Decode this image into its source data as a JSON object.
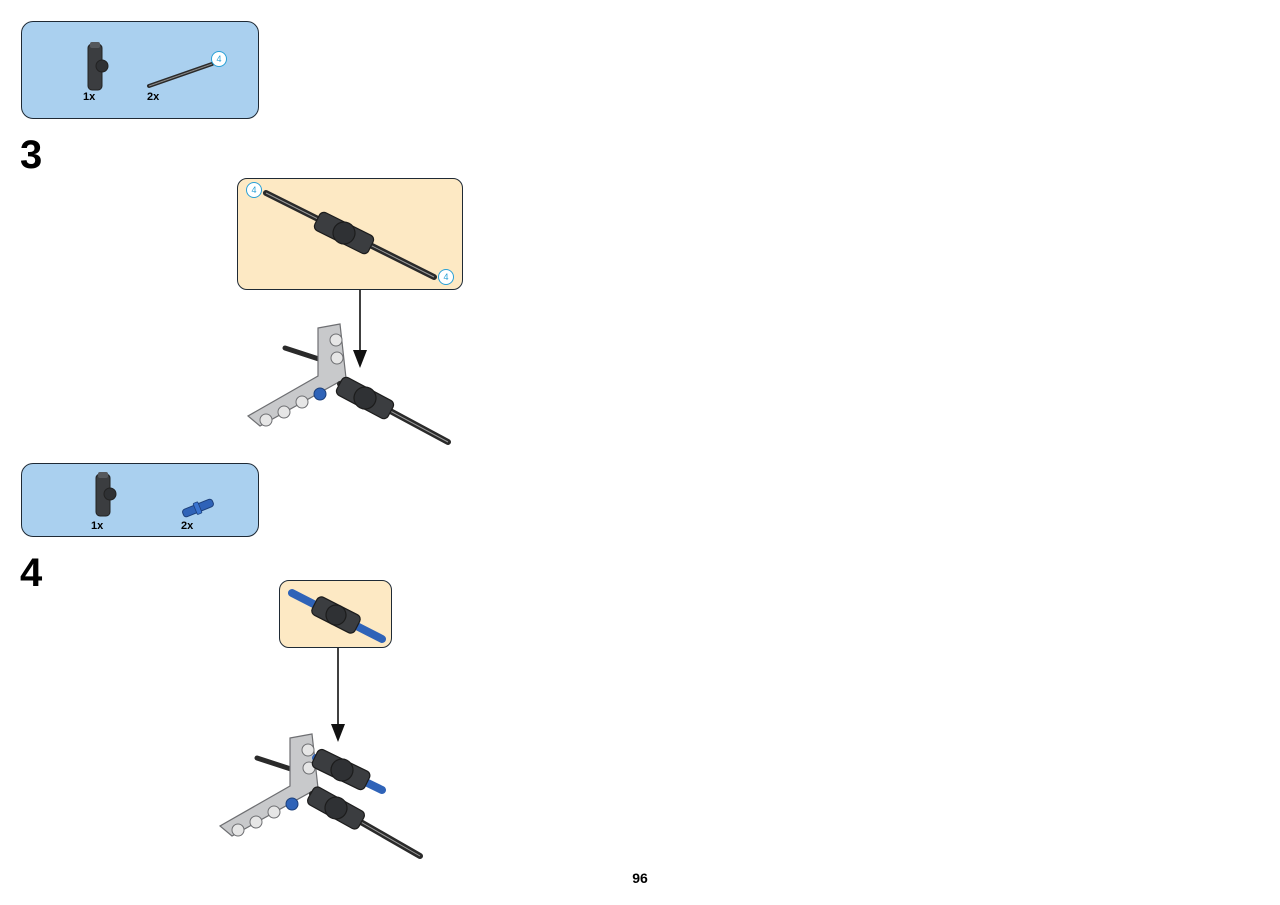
{
  "parts_lists": [
    {
      "items": [
        {
          "qty": "1x",
          "part_icon": "dark-gray-connector-icon",
          "callout": ""
        },
        {
          "qty": "2x",
          "part_icon": "axle-icon",
          "callout": "4"
        }
      ]
    },
    {
      "items": [
        {
          "qty": "1x",
          "part_icon": "dark-gray-connector-icon",
          "callout": ""
        },
        {
          "qty": "2x",
          "part_icon": "blue-pin-icon",
          "callout": ""
        }
      ]
    }
  ],
  "steps": [
    {
      "number": "3",
      "subassembly_callouts": [
        "4",
        "4"
      ]
    },
    {
      "number": "4",
      "subassembly_callouts": []
    }
  ],
  "page_number": "96",
  "colors": {
    "parts_box": "#aad0ef",
    "subassembly_box": "#fde9c4",
    "callout_blue": "#2aa0d6",
    "dark_gray_part": "#3b3d40",
    "light_gray_part": "#c8c9cb",
    "blue_part": "#2f63b8"
  }
}
